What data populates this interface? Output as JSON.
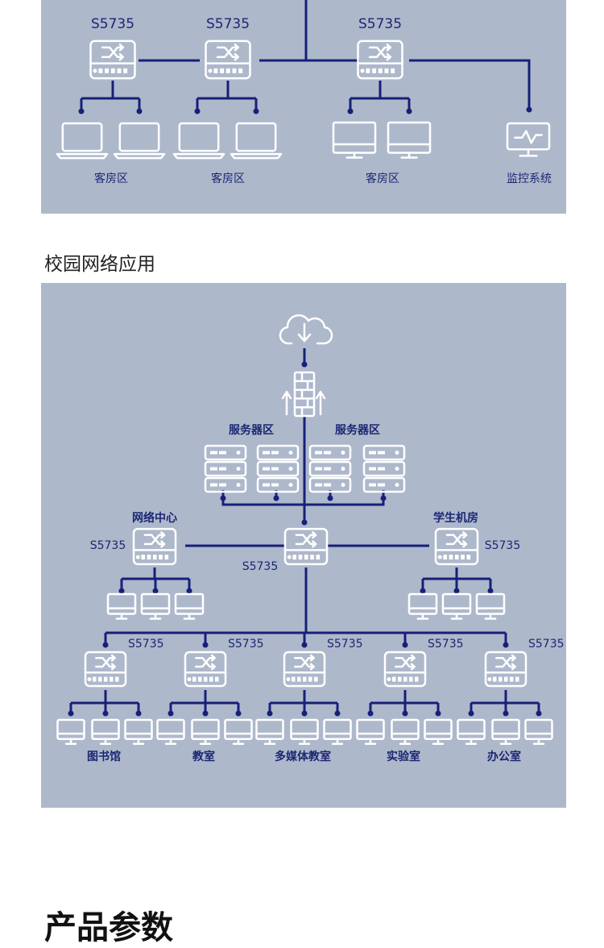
{
  "hotel": {
    "switches": [
      "S5735",
      "S5735",
      "S5735"
    ],
    "zones": [
      "客房区",
      "客房区",
      "客房区",
      "监控系统"
    ]
  },
  "campus": {
    "section_title": "校园网络应用",
    "server_zones": [
      "服务器区",
      "服务器区"
    ],
    "core_switch": "S5735",
    "left_group": {
      "name": "网络中心",
      "switch": "S5735"
    },
    "right_group": {
      "name": "学生机房",
      "switch": "S5735"
    },
    "branches": [
      {
        "switch": "S5735",
        "zone": "图书馆"
      },
      {
        "switch": "S5735",
        "zone": "教室"
      },
      {
        "switch": "S5735",
        "zone": "多媒体教室"
      },
      {
        "switch": "S5735",
        "zone": "实验室"
      },
      {
        "switch": "S5735",
        "zone": "办公室"
      }
    ]
  },
  "params": {
    "title": "产品参数"
  },
  "colors": {
    "panel": "#aeb8cb",
    "line": "#16207a",
    "icon": "#ffffff",
    "label": "#1b2773"
  }
}
